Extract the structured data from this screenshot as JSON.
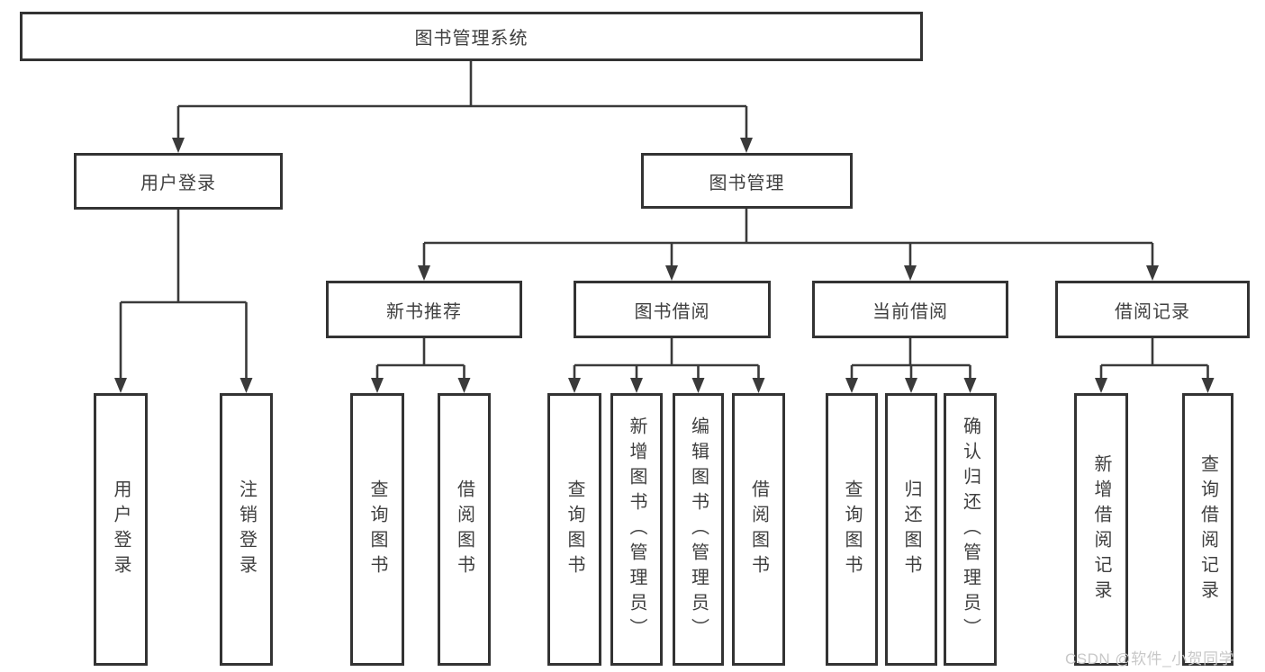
{
  "tree": {
    "label": "图书管理系统",
    "children": [
      {
        "label": "用户登录",
        "children": [
          {
            "label": "用户登录"
          },
          {
            "label": "注销登录"
          }
        ]
      },
      {
        "label": "图书管理",
        "children": [
          {
            "label": "新书推荐",
            "children": [
              {
                "label": "查询图书"
              },
              {
                "label": "借阅图书"
              }
            ]
          },
          {
            "label": "图书借阅",
            "children": [
              {
                "label": "查询图书"
              },
              {
                "label": "新增图书（管理员）"
              },
              {
                "label": "编辑图书（管理员）"
              },
              {
                "label": "借阅图书"
              }
            ]
          },
          {
            "label": "当前借阅",
            "children": [
              {
                "label": "查询图书"
              },
              {
                "label": "归还图书"
              },
              {
                "label": "确认归还（管理员）"
              }
            ]
          },
          {
            "label": "借阅记录",
            "children": [
              {
                "label": "新增借阅记录"
              },
              {
                "label": "查询借阅记录"
              }
            ]
          }
        ]
      }
    ]
  },
  "watermark": "CSDN @软件_小贺同学",
  "colors": {
    "line": "#3a3a3a",
    "box_border": "#333333",
    "text": "#3f3f3f",
    "watermark": "#c8c8c8",
    "background": "#ffffff"
  }
}
